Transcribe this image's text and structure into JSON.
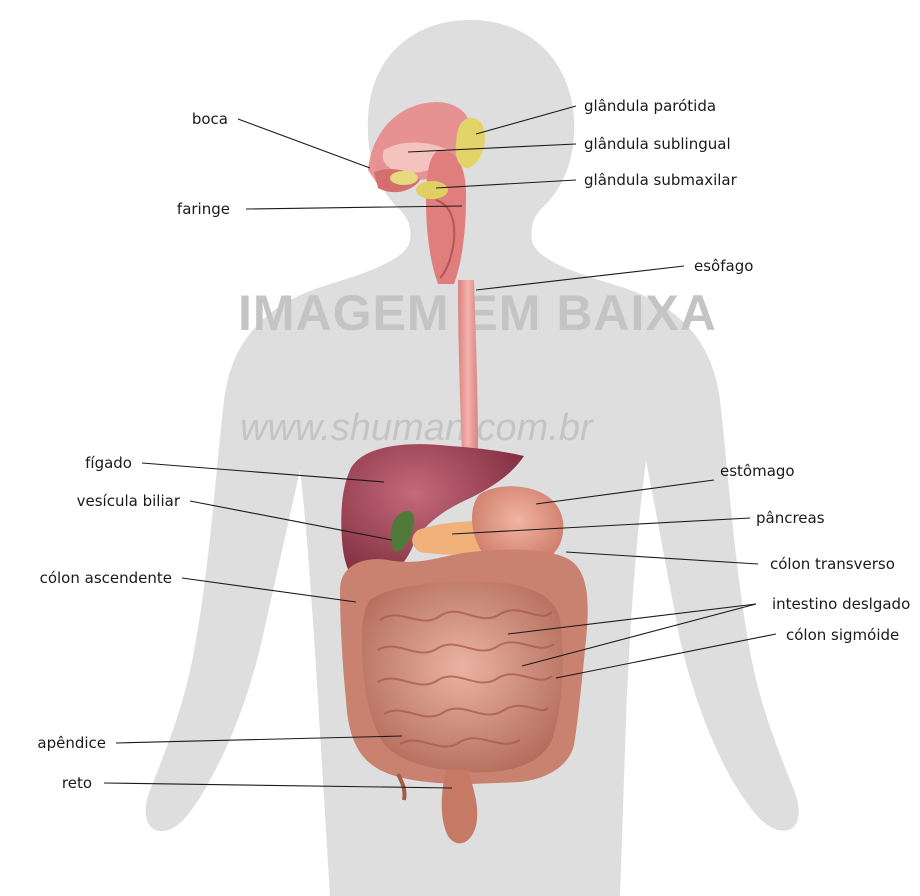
{
  "watermark": {
    "line1": "IMAGEM EM BAIXA",
    "line2": "www.shuman.com.br"
  },
  "labels": {
    "boca": "boca",
    "glandula_parotida": "glândula parótida",
    "glandula_sublingual": "glândula sublingual",
    "glandula_submaxilar": "glândula submaxilar",
    "faringe": "faringe",
    "esofago": "esôfago",
    "figado": "fígado",
    "vesicula_biliar": "vesícula biliar",
    "estomago": "estômago",
    "pancreas": "pâncreas",
    "colon_transverso": "cólon transverso",
    "colon_ascendente": "cólon ascendente",
    "intestino_delgado": "intestino deslgado",
    "colon_sigmoide": "cólon sigmóide",
    "apendice": "apêndice",
    "reto": "reto"
  },
  "colors": {
    "silhouette": "#dedede",
    "oral_tissue": "#e88a8a",
    "glands": "#e3d46a",
    "liver": "#9c3d4e",
    "gallbladder": "#4f7a3a",
    "stomach": "#d98a78",
    "pancreas": "#f0b27a",
    "intestine": "#c9826f",
    "intestine_light": "#e5a996"
  }
}
